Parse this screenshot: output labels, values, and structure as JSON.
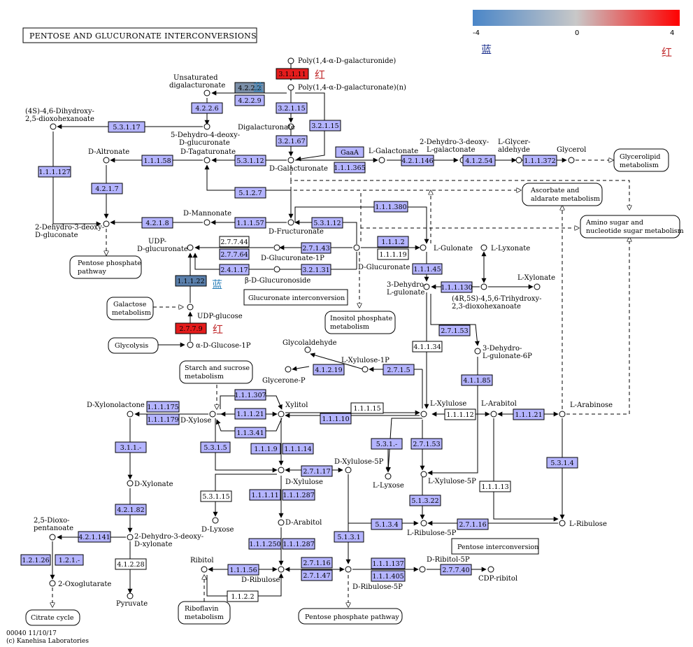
{
  "title": "PENTOSE AND GLUCURONATE INTERCONVERSIONS",
  "legend": {
    "min_label": "-4",
    "mid_label": "0",
    "max_label": "4",
    "colors": [
      "#4a86c8",
      "#c8c8c8",
      "#ff0000"
    ]
  },
  "annotations": {
    "blue": "蓝",
    "red": "红"
  },
  "footer": {
    "line1": "00040 11/10/17",
    "line2": "(c) Kanehisa Laboratories"
  },
  "colors": {
    "ec_default": "#b4b4ff",
    "ec_red": "#e41c1c",
    "ec_blue_light": "#7b8fa8",
    "ec_blue": "#5a7fab",
    "ec_white": "#ffffff"
  },
  "compounds": {
    "polygal": "Poly(1,4-α-D-galacturonide)",
    "polygal_n": "Poly(1,4-α-D-galacturonate)(n)",
    "unsat_1": "Unsaturated",
    "unsat_2": "digalacturonate",
    "dihydroxy_1": "(4S)-4,6-Dihydroxy-",
    "dihydroxy_2": "2,5-dioxohexanoate",
    "dehydro_tag_1": "5-Dehydro-4-deoxy-",
    "dehydro_tag_2": "D-glucuronate",
    "digal": "Digalacturonate",
    "d_altronate": "D-Altronate",
    "d_tagaturonate": "D-Tagaturonate",
    "d_galacturonate": "D-Galacturonate",
    "l_galactonate": "L-Galactonate",
    "dehydro_gal_1": "2-Dehydro-3-deoxy-",
    "dehydro_gal_2": "L-galactonate",
    "l_glycer_1": "L-Glycer-",
    "l_glycer_2": "aldehyde",
    "glycerol": "Glycerol",
    "d_mannonate": "D-Mannonate",
    "d_fructuronate": "D-Fructuronate",
    "kdg_1": "2-Dehydro-3-deoxy-",
    "kdg_2": "D-gluconate",
    "udp_glcur_1": "UDP-",
    "udp_glcur_2": "D-glucuronate",
    "d_glucuronate_1p": "D-Glucuronate-1P",
    "d_glucuronate": "D-Glucuronate",
    "beta_glcur": "β-D-Glucuronoside",
    "l_gulonate": "L-Gulonate",
    "l_lyxonate": "L-Lyxonate",
    "l_xylonate": "L-Xylonate",
    "dehydro_lgul_1": "3-Dehydro-",
    "dehydro_lgul_2": "L-gulonate",
    "trihydroxy_1": "(4R,5S)-4,5,6-Trihydroxy-",
    "trihydroxy_2": "2,3-dioxohexanoate",
    "udp_glucose": "UDP-glucose",
    "alpha_glc1p": "α-D-Glucose-1P",
    "dehydro_lgul6p_1": "3-Dehydro-",
    "dehydro_lgul6p_2": "L-gulonate-6P",
    "glycolaldehyde": "Glycolaldehyde",
    "l_xylulose_1p": "L-Xylulose-1P",
    "glycerone_p": "Glycerone-P",
    "d_xylonolactone": "D-Xylonolactone",
    "xylitol": "Xylitol",
    "d_xylose": "D-Xylose",
    "l_xylulose": "L-Xylulose",
    "l_arabitol": "L-Arabitol",
    "l_arabinose": "L-Arabinose",
    "d_xylulose_5p": "D-Xylulose-5P",
    "d_xylonate": "D-Xylonate",
    "d_xylulose": "D-Xylulose",
    "l_lyxose": "L-Lyxose",
    "l_xylulose_5p": "L-Xylulose-5P",
    "d_lyxose": "D-Lyxose",
    "d_arabitol": "D-Arabitol",
    "l_ribulose_5p": "L-Ribulose-5P",
    "l_ribulose": "L-Ribulose",
    "dioxo_1": "2,5-Dioxo-",
    "dioxo_2": "pentanoate",
    "kdx_1": "2-Dehydro-3-deoxy-",
    "kdx_2": "D-xylonate",
    "ribitol": "Ribitol",
    "d_ribitol_5p": "D-Ribitol-5P",
    "cdp_ribitol": "CDP-ribitol",
    "d_ribulose": "D-Ribulose",
    "d_ribulose_5p": "D-Ribulose-5P",
    "oxoglutarate": "2-Oxoglutarate",
    "pyruvate": "Pyruvate"
  },
  "maps": {
    "glycerolipid_1": "Glycerolipid",
    "glycerolipid_2": "metabolism",
    "ascorbate_1": "Ascorbate and",
    "ascorbate_2": "aldarate metabolism",
    "amino_sugar_1": "Amino sugar and",
    "amino_sugar_2": "nucleotide sugar metabolism",
    "pentose_phosphate_1": "Pentose phosphate",
    "pentose_phosphate_2": "pathway",
    "galactose_1": "Galactose",
    "galactose_2": "metabolism",
    "glycolysis": "Glycolysis",
    "inositol_1": "Inositol phosphate",
    "inositol_2": "metabolism",
    "starch_1": "Starch and sucrose",
    "starch_2": "metabolism",
    "riboflavin_1": "Riboflavin",
    "riboflavin_2": "metabolism",
    "pentose_phosphate_bottom": "Pentose phosphate pathway",
    "citrate": "Citrate cycle",
    "glucuronate_interconversion": "Glucuronate interconversion",
    "pentose_interconversion": "Pentose interconversion"
  },
  "enzymes": {
    "e_3_1_1_11": "3.1.1.11",
    "e_4_2_2_2": "4.2.2.2",
    "e_4_2_2_9": "4.2.2.9",
    "e_4_2_2_6": "4.2.2.6",
    "e_3_2_1_15a": "3.2.1.15",
    "e_3_2_1_15b": "3.2.1.15",
    "e_5_3_1_17": "5.3.1.17",
    "e_3_2_1_67": "3.2.1.67",
    "e_gaaa": "GaaA",
    "e_1_1_1_365": "1.1.1.365",
    "e_4_2_1_146": "4.2.1.146",
    "e_4_1_2_54": "4.1.2.54",
    "e_1_1_1_372": "1.1.1.372",
    "e_1_1_1_127": "1.1.1.127",
    "e_1_1_1_58": "1.1.1.58",
    "e_5_3_1_12a": "5.3.1.12",
    "e_4_2_1_7": "4.2.1.7",
    "e_5_1_2_7": "5.1.2.7",
    "e_4_2_1_8": "4.2.1.8",
    "e_1_1_1_57": "1.1.1.57",
    "e_5_3_1_12b": "5.3.1.12",
    "e_1_1_1_380": "1.1.1.380",
    "e_2_7_7_44": "2.7.7.44",
    "e_2_7_7_64": "2.7.7.64",
    "e_2_7_1_43": "2.7.1.43",
    "e_1_1_1_2": "1.1.1.2",
    "e_1_1_1_19": "1.1.1.19",
    "e_2_4_1_17": "2.4.1.17",
    "e_3_2_1_31": "3.2.1.31",
    "e_1_1_1_45": "1.1.1.45",
    "e_1_1_1_22": "1.1.1.22",
    "e_1_1_1_130": "1.1.1.130",
    "e_2_7_7_9": "2.7.7.9",
    "e_2_7_1_53a": "2.7.1.53",
    "e_4_1_1_34": "4.1.1.34",
    "e_4_1_2_19": "4.1.2.19",
    "e_2_7_1_5": "2.7.1.5",
    "e_4_1_1_85": "4.1.1.85",
    "e_1_1_1_307": "1.1.1.307",
    "e_1_1_1_175": "1.1.1.175",
    "e_1_1_1_179": "1.1.1.179",
    "e_1_1_1_21a": "1.1.1.21",
    "e_1_1_3_41": "1.1.3.41",
    "e_1_1_1_15": "1.1.1.15",
    "e_1_1_1_10": "1.1.1.10",
    "e_1_1_1_12": "1.1.1.12",
    "e_1_1_1_21b": "1.1.1.21",
    "e_3_1_1_dash": "3.1.1.-",
    "e_5_3_1_5": "5.3.1.5",
    "e_1_1_1_9": "1.1.1.9",
    "e_1_1_1_14": "1.1.1.14",
    "e_5_3_1_dash": "5.3.1.-",
    "e_2_7_1_53b": "2.7.1.53",
    "e_5_3_1_4": "5.3.1.4",
    "e_2_7_1_17": "2.7.1.17",
    "e_5_3_1_15": "5.3.1.15",
    "e_4_2_1_82": "4.2.1.82",
    "e_1_1_1_11": "1.1.1.11",
    "e_1_1_1_287a": "1.1.1.287",
    "e_5_1_3_22": "5.1.3.22",
    "e_1_1_1_13": "1.1.1.13",
    "e_4_2_1_141": "4.2.1.141",
    "e_5_1_3_4": "5.1.3.4",
    "e_2_7_1_16a": "2.7.1.16",
    "e_1_2_1_26": "1.2.1.26",
    "e_1_2_1_dash": "1.2.1.-",
    "e_4_1_2_28": "4.1.2.28",
    "e_1_1_1_250": "1.1.1.250",
    "e_1_1_1_287b": "1.1.1.287",
    "e_5_1_3_1": "5.1.3.1",
    "e_1_1_1_137": "1.1.1.137",
    "e_1_1_1_56": "1.1.1.56",
    "e_2_7_1_16b": "2.7.1.16",
    "e_1_1_1_405": "1.1.1.405",
    "e_2_7_7_40": "2.7.7.40",
    "e_2_7_1_47": "2.7.1.47",
    "e_1_1_2_2": "1.1.2.2"
  }
}
